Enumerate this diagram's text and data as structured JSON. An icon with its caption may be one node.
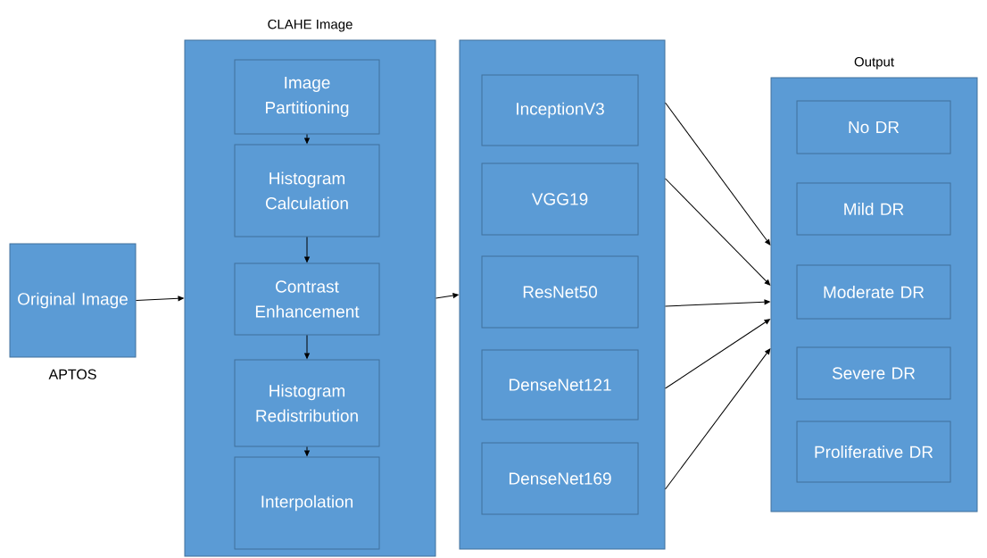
{
  "diagram": {
    "nodes": [
      {
        "text": [
          "Original Image"
        ],
        "beside": [
          "APTOS"
        ]
      },
      {
        "text": [
          "CLAHE Image"
        ]
      },
      {
        "text": [
          "Image Partitioning"
        ],
        "in": 1
      },
      {
        "text": [
          "Histogram Calculation"
        ],
        "in": 1
      },
      {
        "text": [
          "Contrast Enhancement"
        ],
        "in": 1
      },
      {
        "text": [
          "Histogram Redistribution"
        ],
        "in": 1
      },
      {
        "text": [
          "Interpolation"
        ],
        "in": 1
      },
      {
        "text": [],
        "shape": "box"
      },
      {
        "text": [
          "InceptionV3"
        ],
        "in": 7
      },
      {
        "text": [
          "VGG19"
        ],
        "in": 7
      },
      {
        "text": [
          "ResNet50"
        ],
        "in": 7
      },
      {
        "text": [
          "DenseNet121"
        ],
        "in": 7
      },
      {
        "text": [
          "DenseNet169"
        ],
        "in": 7
      },
      {
        "text": [
          "Output"
        ]
      },
      {
        "text": [
          "No DR"
        ],
        "in": 13
      },
      {
        "text": [
          "Mild DR"
        ],
        "in": 13
      },
      {
        "text": [
          "Moderate DR"
        ],
        "in": 13
      },
      {
        "text": [
          "Severe DR"
        ],
        "in": 13
      },
      {
        "text": [
          "Proliferative DR"
        ],
        "in": 13
      }
    ],
    "edges": [
      {
        "from": 0,
        "to": 1,
        "arrow": "to"
      },
      {
        "from": 2,
        "to": 3,
        "arrow": "to"
      },
      {
        "from": 3,
        "to": 4,
        "arrow": "to"
      },
      {
        "from": 4,
        "to": 5,
        "arrow": "to"
      },
      {
        "from": 5,
        "to": 6,
        "arrow": "to"
      },
      {
        "from": 1,
        "to": 7,
        "arrow": "to"
      },
      {
        "from": 7,
        "to": 13,
        "arrow": "to"
      },
      {
        "from": 7,
        "to": 13,
        "arrow": "to"
      },
      {
        "from": 7,
        "to": 13,
        "arrow": "to"
      },
      {
        "from": 7,
        "to": 13,
        "arrow": "to"
      },
      {
        "from": 7,
        "to": 13,
        "arrow": "to"
      }
    ]
  }
}
